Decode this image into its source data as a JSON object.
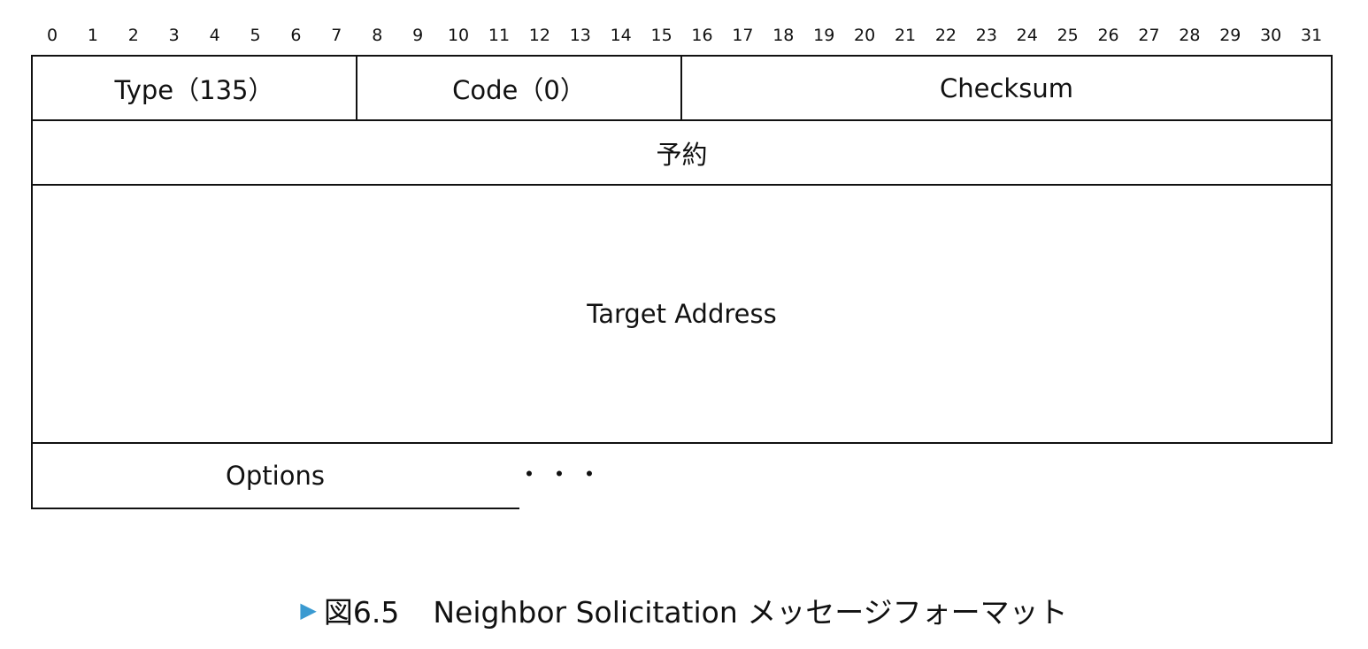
{
  "bit_ruler": [
    "0",
    "1",
    "2",
    "3",
    "4",
    "5",
    "6",
    "7",
    "8",
    "9",
    "10",
    "11",
    "12",
    "13",
    "14",
    "15",
    "16",
    "17",
    "18",
    "19",
    "20",
    "21",
    "22",
    "23",
    "24",
    "25",
    "26",
    "27",
    "28",
    "29",
    "30",
    "31"
  ],
  "fields": {
    "type": "Type（135）",
    "code": "Code（0）",
    "checksum": "Checksum",
    "reserved": "予約",
    "target_address": "Target Address",
    "options": "Options",
    "continuation": "・・・"
  },
  "caption": {
    "marker": "▶",
    "number": "図6.5",
    "title": "Neighbor Solicitation メッセージフォーマット"
  },
  "colors": {
    "line": "#111111",
    "caption_marker": "#3a9ad1"
  }
}
